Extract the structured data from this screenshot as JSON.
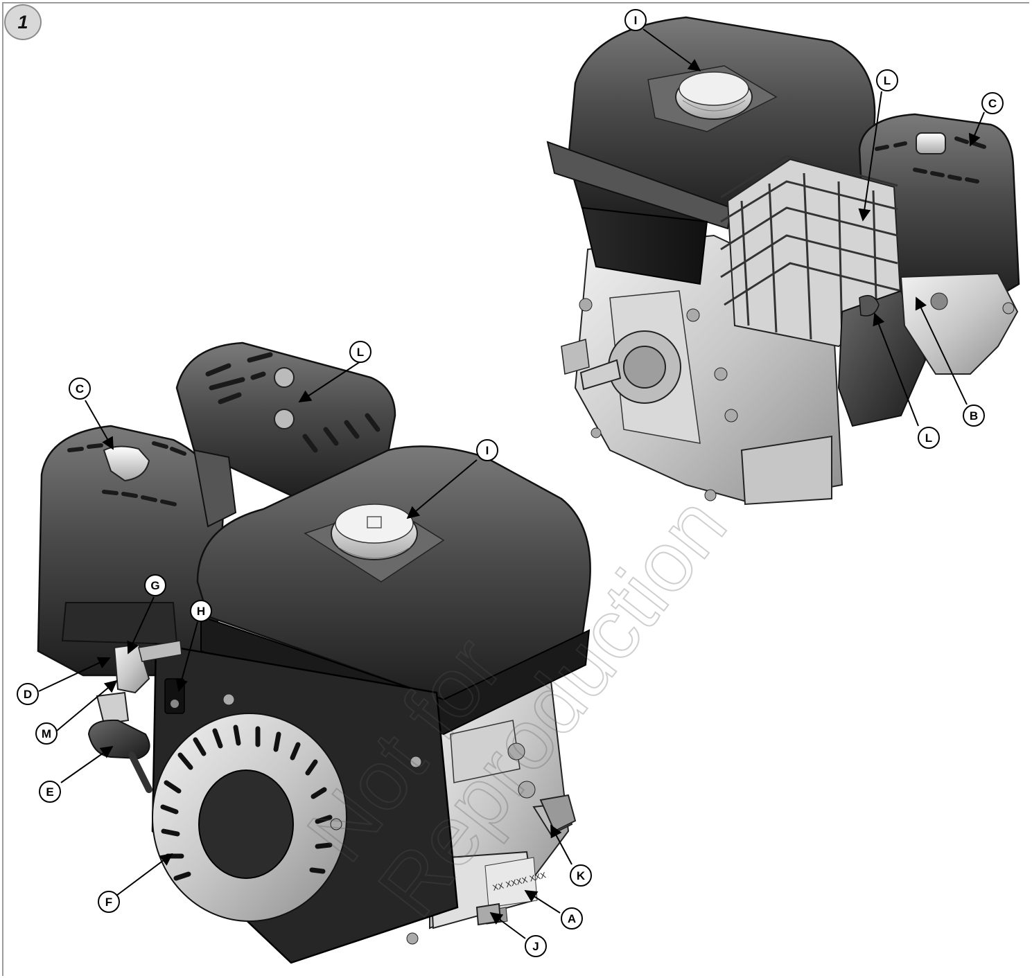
{
  "figure": {
    "number": "1"
  },
  "callouts": {
    "A": "A",
    "B": "B",
    "C": "C",
    "D": "D",
    "E": "E",
    "F": "F",
    "G": "G",
    "H": "H",
    "I": "I",
    "J": "J",
    "K": "K",
    "L": "L",
    "M": "M"
  },
  "serial_plate_text": "XX XXXX XXX",
  "watermark": {
    "line1": "Not for",
    "line2": "Reproduction"
  }
}
